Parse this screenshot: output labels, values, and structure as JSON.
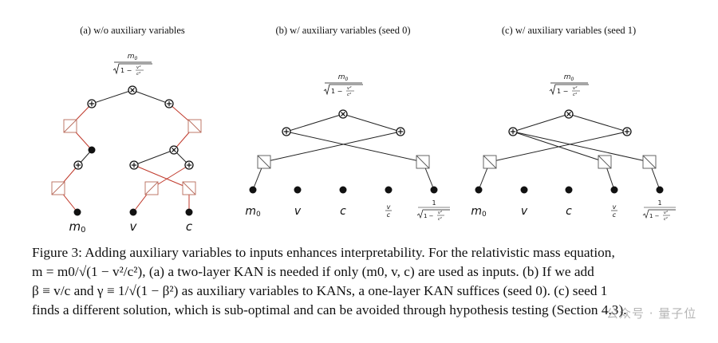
{
  "panels": [
    {
      "title": "(a) w/o auxiliary variables",
      "inputs": [
        "m0",
        "v",
        "c"
      ],
      "output": "m0 / sqrt(1 - v^2/c^2)"
    },
    {
      "title": "(b) w/ auxiliary variables (seed 0)",
      "inputs": [
        "m0",
        "v",
        "c",
        "v/c",
        "1/sqrt(1-v^2/c^2)"
      ],
      "output": "m0 / sqrt(1 - v^2/c^2)"
    },
    {
      "title": "(c) w/ auxiliary variables (seed 1)",
      "inputs": [
        "m0",
        "v",
        "c",
        "v/c",
        "1/sqrt(1-v^2/c^2)"
      ],
      "output": "m0 / sqrt(1 - v^2/c^2)"
    }
  ],
  "caption": {
    "line1": "Figure 3: Adding auxiliary variables to inputs enhances interpretability. For the relativistic mass equation,",
    "line2": "m = m0/√(1 − v²/c²), (a) a two-layer KAN is needed if only (m0, v, c) are used as inputs. (b) If we add",
    "line3": "β ≡ v/c and γ ≡ 1/√(1 − β²) as auxiliary variables to KANs, a one-layer KAN suffices (seed 0). (c) seed 1",
    "line4": "finds a different solution, which is sub-optimal and can be avoided through hypothesis testing (Section 4.3)."
  },
  "watermark": "公众号 · 量子位",
  "colors": {
    "edge_active": "#c0392b",
    "edge_plain": "#222222",
    "node": "#111111"
  }
}
